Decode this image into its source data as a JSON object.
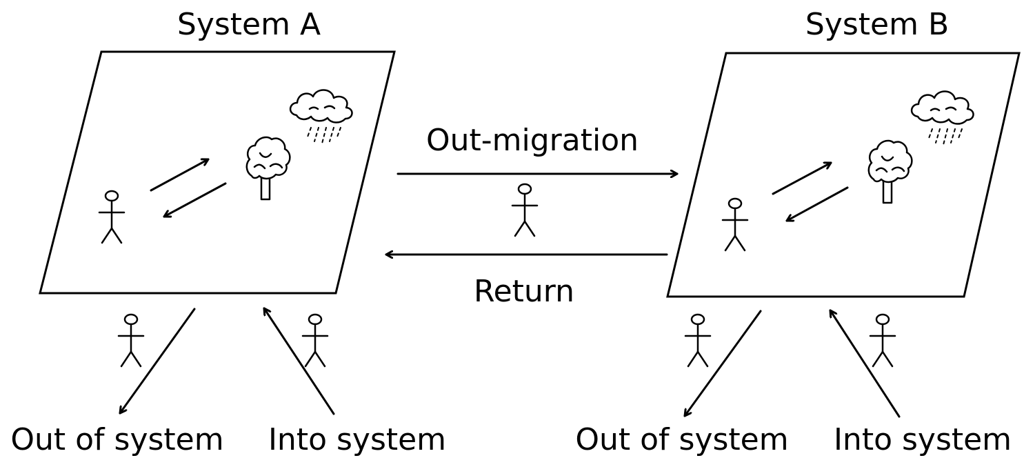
{
  "system_a": {
    "title": "System A",
    "out_label": "Out of system",
    "in_label": "Into system"
  },
  "system_b": {
    "title": "System B",
    "out_label": "Out of system",
    "in_label": "Into system"
  },
  "flows": {
    "out_migration": "Out-migration",
    "return": "Return"
  },
  "colors": {
    "stroke": "#000000",
    "background": "#ffffff"
  },
  "icons": {
    "person": "person-icon",
    "tree": "tree-icon",
    "cloud": "rain-cloud-icon"
  }
}
